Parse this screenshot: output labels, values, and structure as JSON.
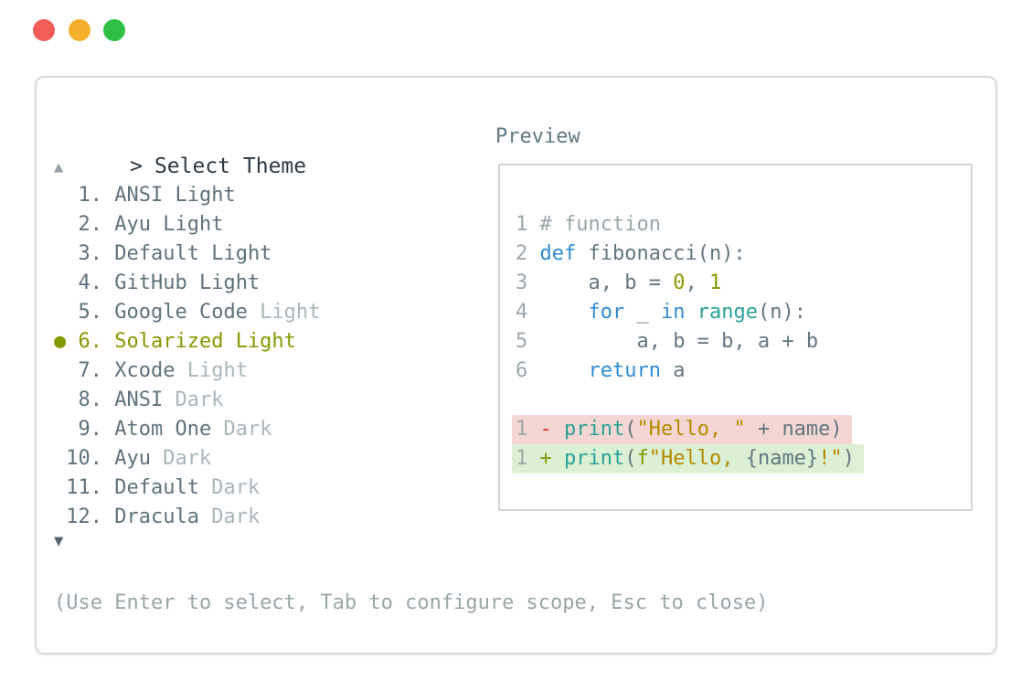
{
  "window": {
    "controls": [
      {
        "name": "close",
        "color": "#f25d57"
      },
      {
        "name": "minimize",
        "color": "#f4b02d"
      },
      {
        "name": "maximize",
        "color": "#2fbf47"
      }
    ]
  },
  "selector": {
    "prompt_char": ">",
    "title": "Select Theme",
    "scroll_up": "▲",
    "scroll_down": "▼",
    "selected_marker": "●",
    "items": [
      {
        "number": "1",
        "name": "ANSI",
        "variant": "Light",
        "variant_dim": false,
        "selected": false
      },
      {
        "number": "2",
        "name": "Ayu",
        "variant": "Light",
        "variant_dim": false,
        "selected": false
      },
      {
        "number": "3",
        "name": "Default",
        "variant": "Light",
        "variant_dim": false,
        "selected": false
      },
      {
        "number": "4",
        "name": "GitHub",
        "variant": "Light",
        "variant_dim": false,
        "selected": false
      },
      {
        "number": "5",
        "name": "Google Code",
        "variant": "Light",
        "variant_dim": true,
        "selected": false
      },
      {
        "number": "6",
        "name": "Solarized",
        "variant": "Light",
        "variant_dim": false,
        "selected": true
      },
      {
        "number": "7",
        "name": "Xcode",
        "variant": "Light",
        "variant_dim": true,
        "selected": false
      },
      {
        "number": "8",
        "name": "ANSI",
        "variant": "Dark",
        "variant_dim": true,
        "selected": false
      },
      {
        "number": "9",
        "name": "Atom One",
        "variant": "Dark",
        "variant_dim": true,
        "selected": false
      },
      {
        "number": "10",
        "name": "Ayu",
        "variant": "Dark",
        "variant_dim": true,
        "selected": false
      },
      {
        "number": "11",
        "name": "Default",
        "variant": "Dark",
        "variant_dim": true,
        "selected": false
      },
      {
        "number": "12",
        "name": "Dracula",
        "variant": "Dark",
        "variant_dim": true,
        "selected": false
      }
    ],
    "hint": "(Use Enter to select, Tab to configure scope, Esc to close)"
  },
  "preview": {
    "label": "Preview",
    "code": [
      {
        "ln": "1",
        "tokens": [
          {
            "c": "comment",
            "t": "# function"
          }
        ]
      },
      {
        "ln": "2",
        "tokens": [
          {
            "c": "kw",
            "t": "def"
          },
          {
            "c": "plain",
            "t": " fibonacci(n):"
          }
        ]
      },
      {
        "ln": "3",
        "tokens": [
          {
            "c": "plain",
            "t": "    a, b = "
          },
          {
            "c": "val",
            "t": "0"
          },
          {
            "c": "plain",
            "t": ", "
          },
          {
            "c": "val",
            "t": "1"
          }
        ]
      },
      {
        "ln": "4",
        "tokens": [
          {
            "c": "plain",
            "t": "    "
          },
          {
            "c": "kw",
            "t": "for"
          },
          {
            "c": "plain",
            "t": " _ "
          },
          {
            "c": "kw",
            "t": "in"
          },
          {
            "c": "plain",
            "t": " "
          },
          {
            "c": "fn",
            "t": "range"
          },
          {
            "c": "plain",
            "t": "(n):"
          }
        ]
      },
      {
        "ln": "5",
        "tokens": [
          {
            "c": "plain",
            "t": "        a, b = b, a + b"
          }
        ]
      },
      {
        "ln": "6",
        "tokens": [
          {
            "c": "plain",
            "t": "    "
          },
          {
            "c": "kw",
            "t": "return"
          },
          {
            "c": "plain",
            "t": " a"
          }
        ]
      },
      {
        "spacer": true
      },
      {
        "ln": "1",
        "diff": "del",
        "sign": "-",
        "tokens": [
          {
            "c": "fn",
            "t": "print"
          },
          {
            "c": "plain",
            "t": "("
          },
          {
            "c": "str",
            "t": "\"Hello, \""
          },
          {
            "c": "plain",
            "t": " + name)"
          }
        ]
      },
      {
        "ln": "1",
        "diff": "add",
        "sign": "+",
        "tokens": [
          {
            "c": "fn",
            "t": "print"
          },
          {
            "c": "plain",
            "t": "("
          },
          {
            "c": "val",
            "t": "f"
          },
          {
            "c": "str",
            "t": "\"Hello, "
          },
          {
            "c": "plain",
            "t": "{name}"
          },
          {
            "c": "str",
            "t": "!\""
          },
          {
            "c": "plain",
            "t": ")"
          }
        ]
      }
    ]
  },
  "colors": {
    "selected_item": "#839900",
    "list_item": "#5e737c",
    "list_item_dim": "#a9b6ba",
    "header_text": "#2c3a41",
    "preview_label": "#5e7780",
    "hint_text": "#98a7a2",
    "panel_border": "#d7dbdd",
    "preview_border": "#cdd4d7",
    "keyword": "#2f8bd1",
    "function": "#2aa198",
    "string": "#b58900",
    "value": "#859900",
    "comment": "#98a6a8",
    "line_number": "#9aa7ab",
    "diff_del_sign": "#dc322f",
    "diff_add_sign": "#859900",
    "diff_del_bg": "#f4d7d2",
    "diff_add_bg": "#dbf0d5"
  }
}
